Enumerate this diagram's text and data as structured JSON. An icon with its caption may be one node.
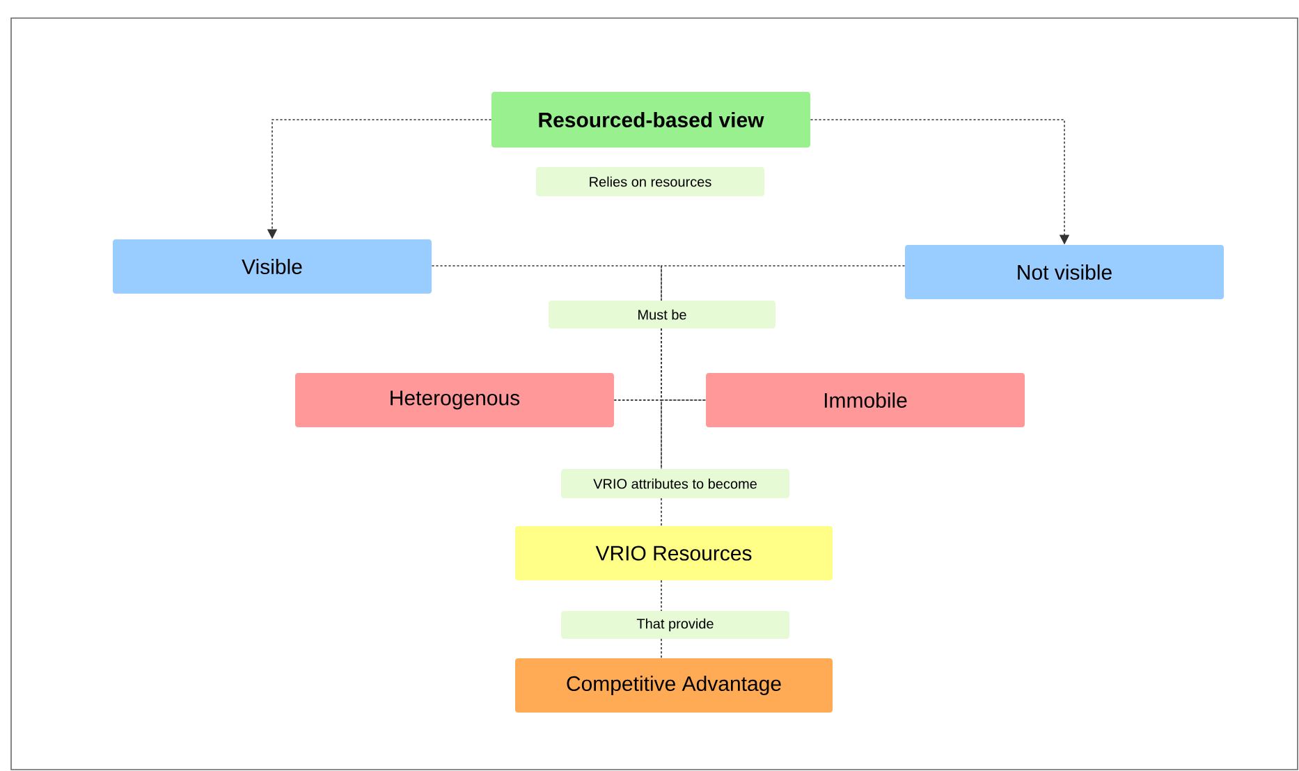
{
  "diagram": {
    "nodes": [
      {
        "text": [
          "Resourced-based view"
        ]
      },
      {
        "text": [
          "Relies on resources"
        ]
      },
      {
        "text": [
          "Visible"
        ]
      },
      {
        "text": [
          "Not visible"
        ]
      },
      {
        "text": [
          "Must be"
        ]
      },
      {
        "text": [
          "Heterogenous"
        ]
      },
      {
        "text": [
          "Immobile"
        ]
      },
      {
        "text": [
          "VRIO attributes to become"
        ]
      },
      {
        "text": [
          "VRIO Resources"
        ]
      },
      {
        "text": [
          "That provide"
        ]
      },
      {
        "text": [
          "Competitive Advantage"
        ]
      }
    ],
    "edges": [
      {
        "from": 0,
        "to": 2,
        "arrow": "to",
        "style": "dashed"
      },
      {
        "from": 0,
        "to": 3,
        "arrow": "to",
        "style": "dashed"
      },
      {
        "from": 2,
        "to": 4,
        "arrow": "none",
        "style": "dashed"
      },
      {
        "from": 3,
        "to": 4,
        "arrow": "none",
        "style": "dashed"
      },
      {
        "from": 4,
        "to": 5,
        "arrow": "none",
        "style": "dashed"
      },
      {
        "from": 4,
        "to": 6,
        "arrow": "none",
        "style": "dashed"
      },
      {
        "from": 5,
        "to": 7,
        "arrow": "none",
        "style": "dashed"
      },
      {
        "from": 6,
        "to": 7,
        "arrow": "none",
        "style": "dashed"
      },
      {
        "from": 7,
        "to": 8,
        "arrow": "none",
        "style": "dashed"
      },
      {
        "from": 8,
        "to": 9,
        "arrow": "none",
        "style": "dashed"
      },
      {
        "from": 9,
        "to": 10,
        "arrow": "none",
        "style": "dashed"
      }
    ]
  }
}
